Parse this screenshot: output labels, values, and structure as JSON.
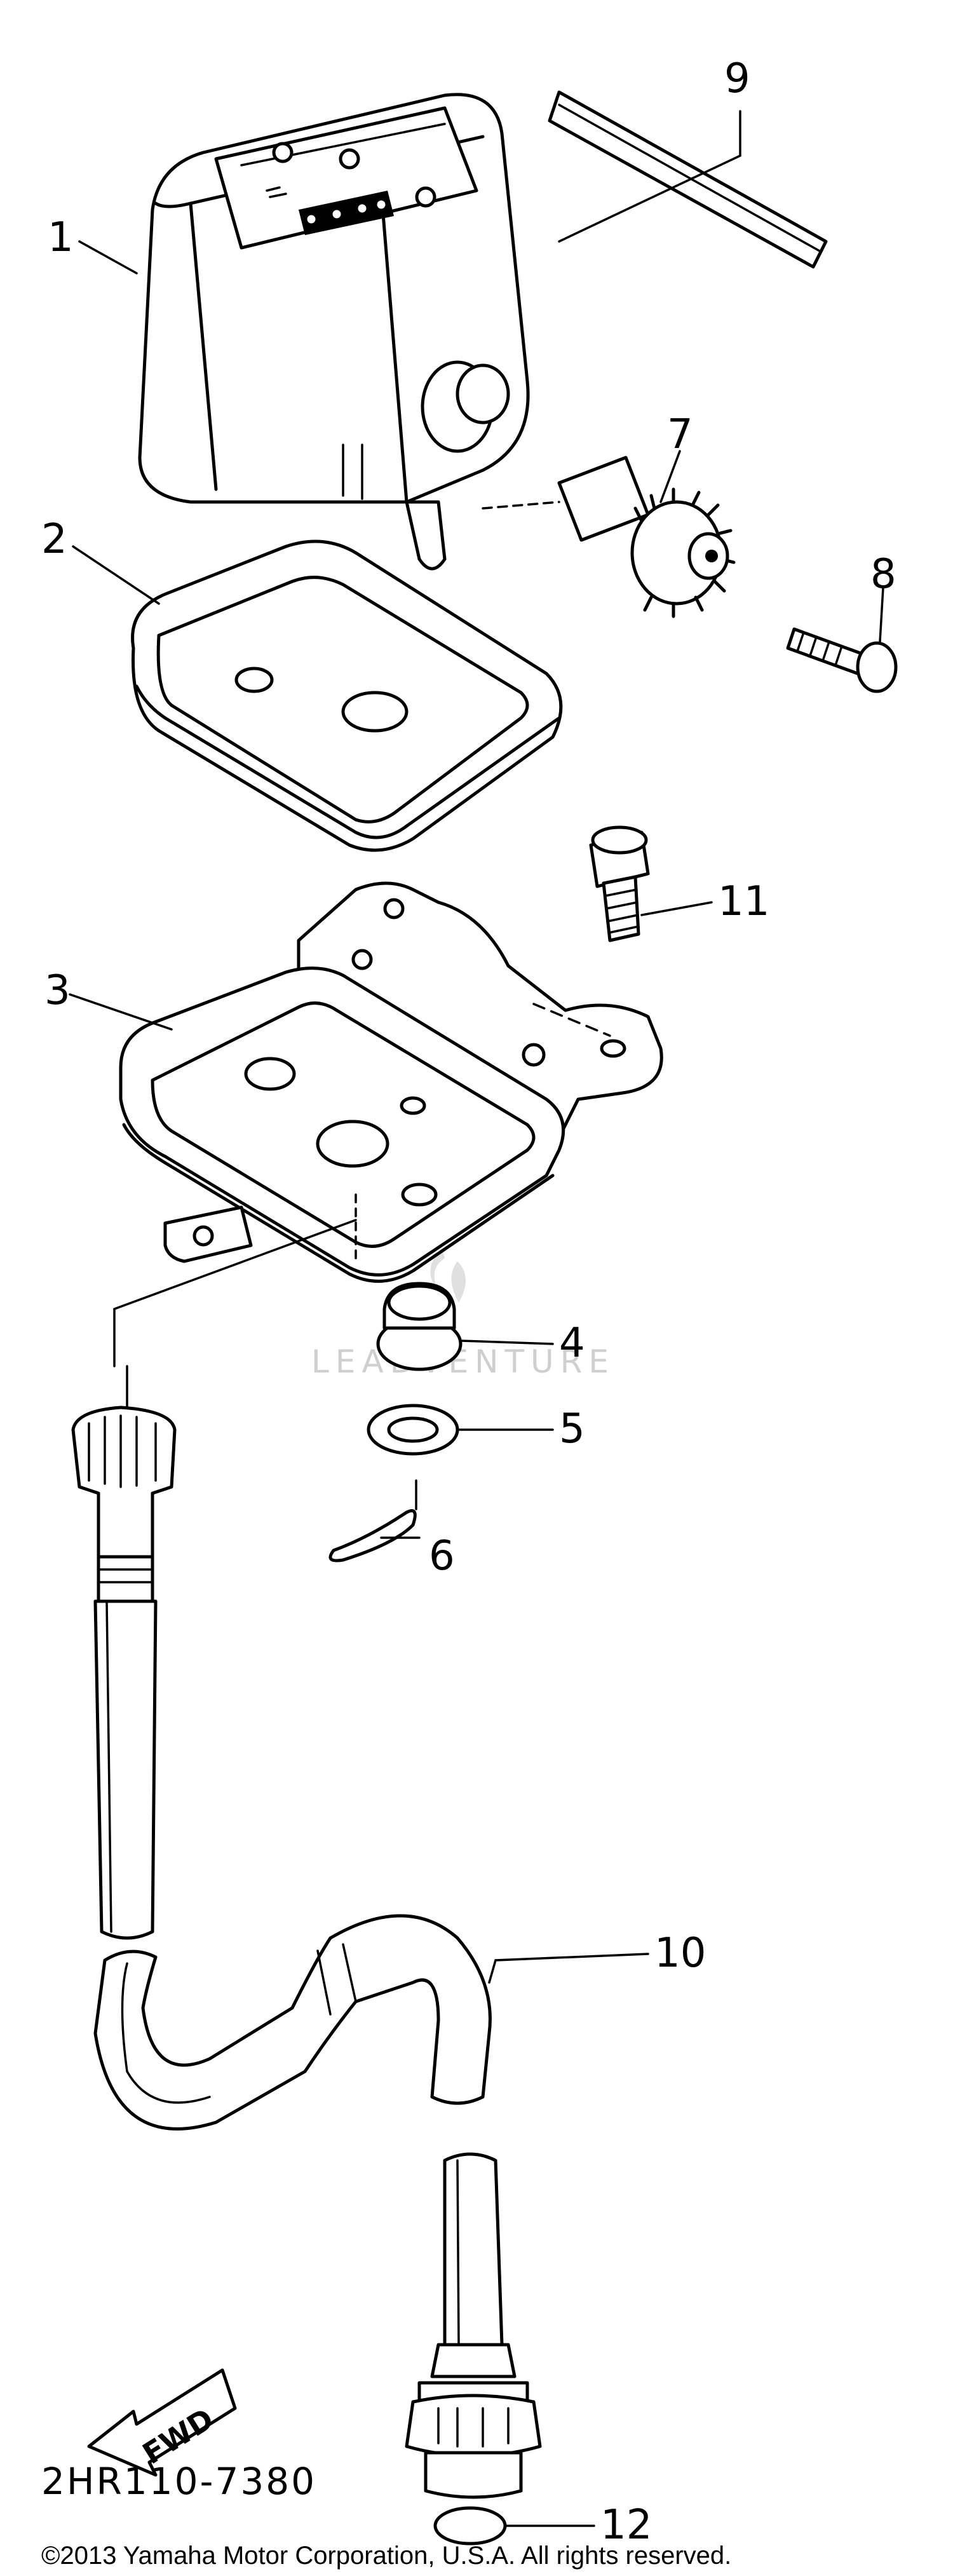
{
  "diagram": {
    "part_numbers": [
      "1",
      "2",
      "3",
      "4",
      "5",
      "6",
      "7",
      "8",
      "9",
      "10",
      "11",
      "12"
    ],
    "reference_code": "2HR110-7380",
    "direction_label": "FWD",
    "watermark": "LEADVENTURE",
    "copyright": "©2013 Yamaha Motor Corporation, U.S.A. All rights reserved."
  }
}
